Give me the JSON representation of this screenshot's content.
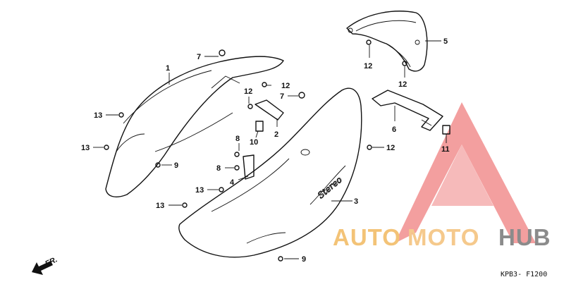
{
  "diagram": {
    "code": "KPB3- F1200",
    "direction_label": "FR."
  },
  "callouts": [
    "1",
    "2",
    "3",
    "4",
    "5",
    "6",
    "7",
    "7",
    "8",
    "8",
    "9",
    "9",
    "10",
    "11",
    "12",
    "12",
    "12",
    "12",
    "13",
    "13",
    "13",
    "13"
  ],
  "watermark": {
    "part1": "AUTO",
    "part2": "MOTO",
    "part3": "HUB",
    "color1": "#f3c377",
    "color2": "#f5c98c",
    "color3": "#8b8b8b",
    "triangle_color": "#f08080"
  }
}
